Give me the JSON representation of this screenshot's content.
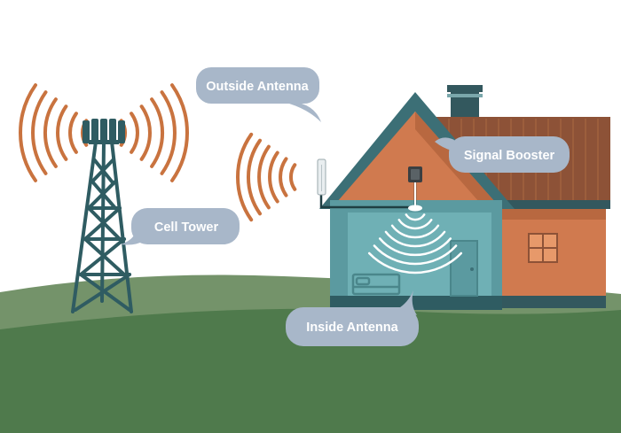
{
  "labels": {
    "outside_antenna": "Outside Antenna",
    "signal_booster": "Signal Booster",
    "cell_tower": "Cell Tower",
    "inside_antenna": "Inside Antenna"
  },
  "colors": {
    "bubble": "#a8b7c9",
    "signal_waves": "#c9733f",
    "tower": "#2f5c62",
    "hill_back": "#74936a",
    "hill_front": "#4f7a4c",
    "house_walls": "#5b9aa0",
    "house_interior": "#6fb0b5",
    "roof_outline": "#2f5c62",
    "gable": "#d07a4f",
    "garage_wall": "#d07a4f",
    "brown_roof": "#8d5237",
    "chimney": "#33585e",
    "indoor_waves": "#ffffff"
  },
  "icons": {
    "tower": "cell-tower-icon",
    "outside_antenna": "outside-antenna-icon",
    "booster": "signal-booster-icon",
    "inside_antenna": "inside-antenna-icon",
    "bed": "bed-icon",
    "door": "door-icon",
    "window": "window-icon",
    "chimney": "chimney-icon"
  }
}
